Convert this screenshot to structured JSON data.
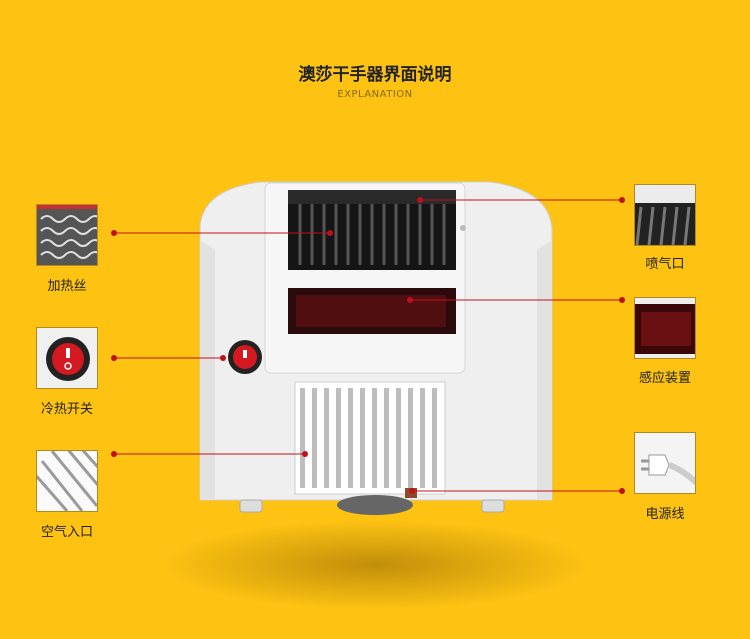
{
  "header": {
    "title": "澳莎干手器界面说明",
    "subtitle": "EXPLANATION"
  },
  "callouts": {
    "heating_wire": "加热丝",
    "switch": "冷热开关",
    "air_inlet": "空气入口",
    "air_outlet": "喷气口",
    "sensor": "感应装置",
    "power_cord": "电源线"
  },
  "colors": {
    "background": "#FDC212",
    "leader_line": "#C0101A",
    "dryer_body": "#F0F0F0"
  }
}
